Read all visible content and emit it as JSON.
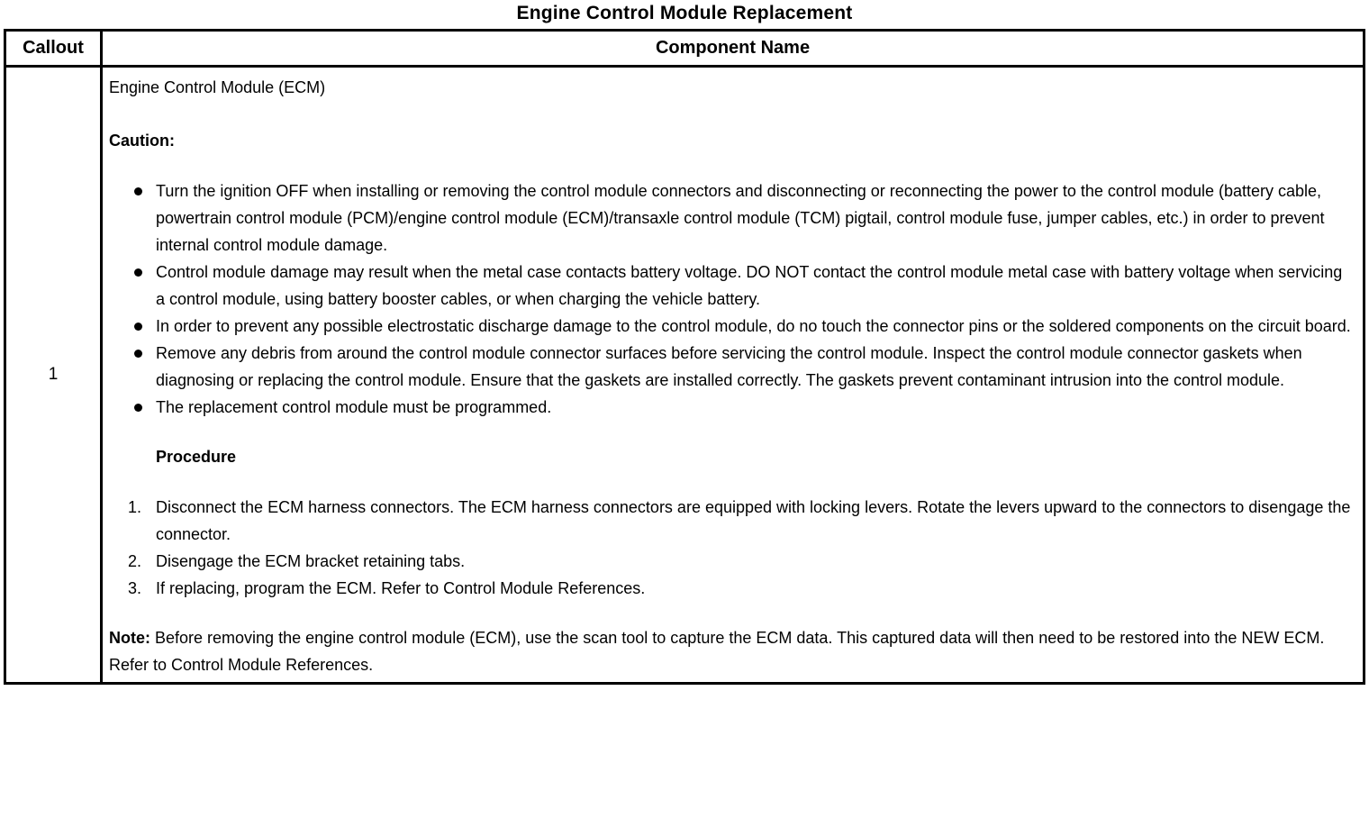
{
  "title": "Engine Control Module Replacement",
  "table": {
    "headers": {
      "callout": "Callout",
      "component": "Component Name"
    },
    "row": {
      "callout": "1",
      "component_name": "Engine Control Module (ECM)",
      "caution_label": "Caution:",
      "caution_items": [
        "Turn the ignition OFF when installing or removing the control module connectors and disconnecting or reconnecting the power to the control module (battery cable, powertrain control module (PCM)/engine control module (ECM)/transaxle control module (TCM) pigtail, control module fuse, jumper cables, etc.) in order to prevent internal control module damage.",
        "Control module damage may result when the metal case contacts battery voltage. DO NOT contact the control module metal case with battery voltage when servicing a control module, using battery booster cables, or when charging the vehicle battery.",
        "In order to prevent any possible electrostatic discharge damage to the control module, do no touch the connector pins or the soldered components on the circuit board.",
        "Remove any debris from around the control module connector surfaces before servicing the control module. Inspect the control module connector gaskets when diagnosing or replacing the control module. Ensure that the gaskets are installed correctly. The gaskets prevent contaminant intrusion into the control module.",
        "The replacement control module must be programmed."
      ],
      "procedure_label": "Procedure",
      "procedure_steps": [
        {
          "num": "1.",
          "text": "Disconnect the ECM harness connectors. The ECM harness connectors are equipped with locking levers. Rotate the levers upward to the connectors to disengage the connector."
        },
        {
          "num": "2.",
          "text": "Disengage the ECM bracket retaining tabs."
        },
        {
          "num": "3.",
          "text": "If replacing, program the ECM. Refer to Control Module References."
        }
      ],
      "note_label": "Note:",
      "note_text": "Before removing the engine control module (ECM), use the scan tool to capture the ECM data. This captured data will then need to be restored into the NEW ECM. Refer to Control Module References."
    }
  }
}
